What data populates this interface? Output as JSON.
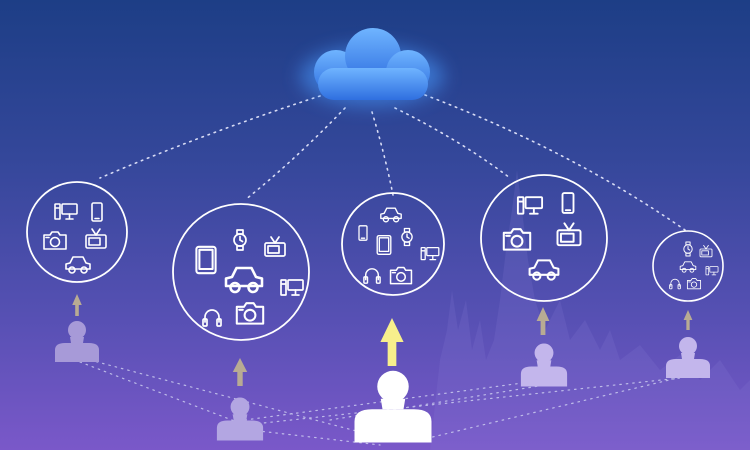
{
  "colors": {
    "background_top": "#1d3e86",
    "background_bottom": "#7a58c9",
    "cloud": "#3f8ef0",
    "connector": "#d8dcf5",
    "device_outline": "#ffffff",
    "arrow_muted": "#b8ab93",
    "arrow_highlight": "#f7ef8c",
    "user_muted": "#b6a8e0",
    "user_highlight": "#ffffff"
  },
  "cloud": {
    "icon": "cloud-icon"
  },
  "groups": [
    {
      "id": "group-1",
      "devices": [
        "desktop-computer-icon",
        "phone-icon",
        "camera-icon",
        "tv-icon",
        "car-icon"
      ],
      "user": "user-icon",
      "arrow": "arrow-up-icon",
      "highlighted": false
    },
    {
      "id": "group-2",
      "devices": [
        "tablet-icon",
        "watch-icon",
        "tv-icon",
        "car-icon",
        "desktop-computer-icon",
        "headset-icon",
        "camera-icon"
      ],
      "user": "user-icon",
      "arrow": "arrow-up-icon",
      "highlighted": false
    },
    {
      "id": "group-3",
      "devices": [
        "car-icon",
        "phone-icon",
        "watch-icon",
        "tablet-icon",
        "desktop-computer-icon",
        "headset-icon",
        "camera-icon"
      ],
      "user": "user-icon",
      "arrow": "arrow-up-icon",
      "highlighted": true
    },
    {
      "id": "group-4",
      "devices": [
        "desktop-computer-icon",
        "phone-icon",
        "camera-icon",
        "tv-icon",
        "car-icon"
      ],
      "user": "user-icon",
      "arrow": "arrow-up-icon",
      "highlighted": false
    },
    {
      "id": "group-5",
      "devices": [
        "watch-icon",
        "tv-icon",
        "car-icon",
        "desktop-computer-icon",
        "headset-icon",
        "camera-icon"
      ],
      "user": "user-icon",
      "arrow": "arrow-up-icon",
      "highlighted": false
    }
  ]
}
